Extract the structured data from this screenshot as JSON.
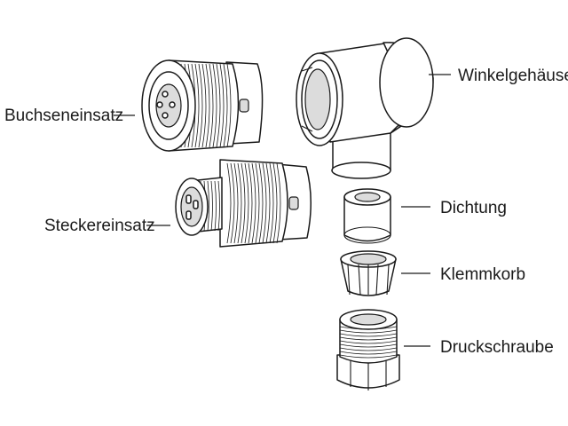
{
  "labels": {
    "buchseneinsatz": "Buchseneinsatz",
    "steckereinsatz": "Steckereinsatz",
    "winkelgehaeuse": "Winkelgehäuse",
    "dichtung": "Dichtung",
    "klemmkorb": "Klemmkorb",
    "druckschraube": "Druckschraube"
  },
  "colors": {
    "line": "#1a1a1a",
    "shade": "#dcdcdc",
    "background": "#ffffff"
  }
}
